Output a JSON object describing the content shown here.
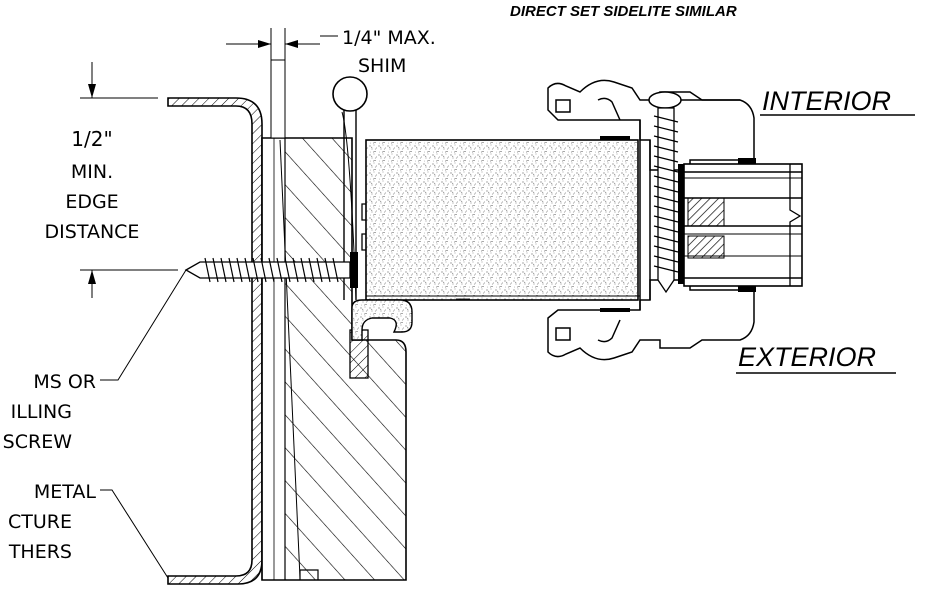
{
  "heading": "DIRECT SET SIDELITE SIMILAR",
  "labels": {
    "interior": "INTERIOR",
    "exterior": "EXTERIOR",
    "shim_line1": "1/4\" MAX.",
    "shim_line2": "SHIM",
    "edge_line1": "1/2\"",
    "edge_line2": "MIN.",
    "edge_line3": "EDGE",
    "edge_line4": "DISTANCE",
    "screw_line1": "MS OR",
    "screw_line2": "ILLING",
    "screw_line3": "SCREW",
    "metal_line1": "METAL",
    "metal_line2": "CTURE",
    "metal_line3": "THERS"
  },
  "colors": {
    "ink": "#000000",
    "paper": "#ffffff"
  }
}
